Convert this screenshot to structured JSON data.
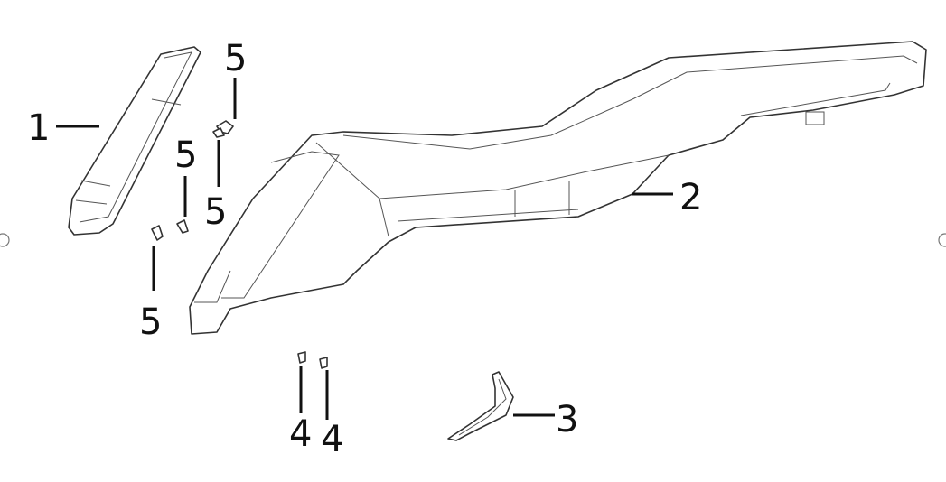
{
  "diagram": {
    "callouts": [
      {
        "id": "part-1",
        "label": "1"
      },
      {
        "id": "screw-5a",
        "label": "5"
      },
      {
        "id": "screw-5b",
        "label": "5"
      },
      {
        "id": "screw-5c",
        "label": "5"
      },
      {
        "id": "screw-5d",
        "label": "5"
      },
      {
        "id": "part-2",
        "label": "2"
      },
      {
        "id": "screw-4a",
        "label": "4"
      },
      {
        "id": "screw-4b",
        "label": "4"
      },
      {
        "id": "part-3",
        "label": "3"
      }
    ]
  }
}
